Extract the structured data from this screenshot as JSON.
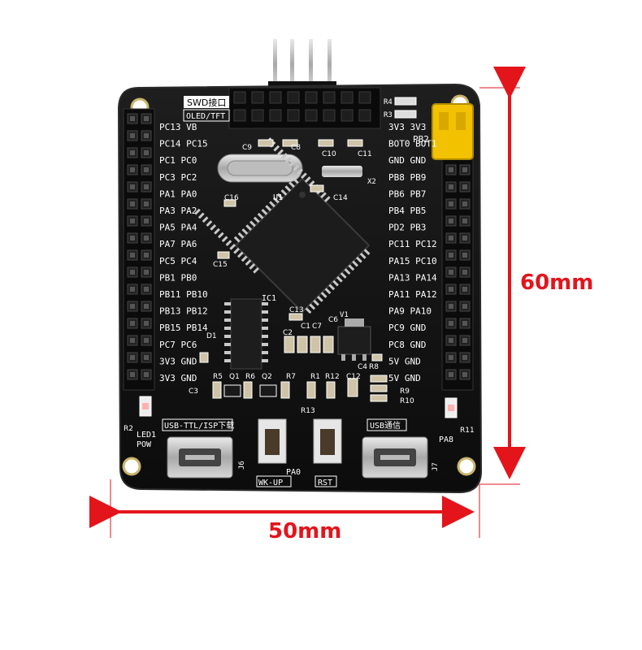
{
  "dimensions": {
    "height_label": "60mm",
    "width_label": "50mm",
    "color": "#e4141b"
  },
  "board": {
    "pcb_color": "#141414",
    "silk_color": "#ffffff",
    "jumper_color": "#f2c200",
    "labels": {
      "swd": "SWD接口",
      "oled": "OLED/TFT",
      "usb_ttl": "USB-TTL/ISP下载",
      "usb_comm": "USB通信",
      "wkup": "WK-UP",
      "rst": "RST",
      "pa0": "PA0",
      "pa8": "PA8",
      "led1": "LED1",
      "pow": "POW",
      "j6": "J6",
      "j7": "J7",
      "u1": "U1",
      "ic1": "IC1",
      "v1": "V1",
      "x2": "X2",
      "pb2": "PB2",
      "r4": "R4",
      "r3": "R3"
    },
    "component_labels": [
      "C9",
      "C8",
      "C10",
      "C11",
      "C16",
      "C14",
      "C15",
      "C13",
      "C2",
      "C1",
      "C7",
      "C6",
      "C4",
      "C3",
      "C12",
      "R5",
      "Q1",
      "R6",
      "Q2",
      "R7",
      "R1",
      "R12",
      "R13",
      "R8",
      "R9",
      "R10",
      "R2",
      "R11",
      "D1"
    ],
    "left_header_rows": [
      "PC13 VB",
      "PC14 PC15",
      "PC1  PC0",
      "PC3  PC2",
      "PA1  PA0",
      "PA3  PA2",
      "PA5  PA4",
      "PA7  PA6",
      "PC5  PC4",
      "PB1  PB0",
      "PB11 PB10",
      "PB13 PB12",
      "PB15 PB14",
      "PC7  PC6",
      "3V3 GND",
      "3V3 GND"
    ],
    "right_header_rows": [
      "3V3  3V3",
      "BOT0 BOT1",
      "GND  GND",
      "PB8  PB9",
      "PB6  PB7",
      "PB4  PB5",
      "PD2  PB3",
      "PC11 PC12",
      "PA15 PC10",
      "PA13 PA14",
      "PA11 PA12",
      "PA9  PA10",
      "PC9  GND",
      "PC8  GND",
      "5V  GND",
      "5V  GND"
    ]
  }
}
